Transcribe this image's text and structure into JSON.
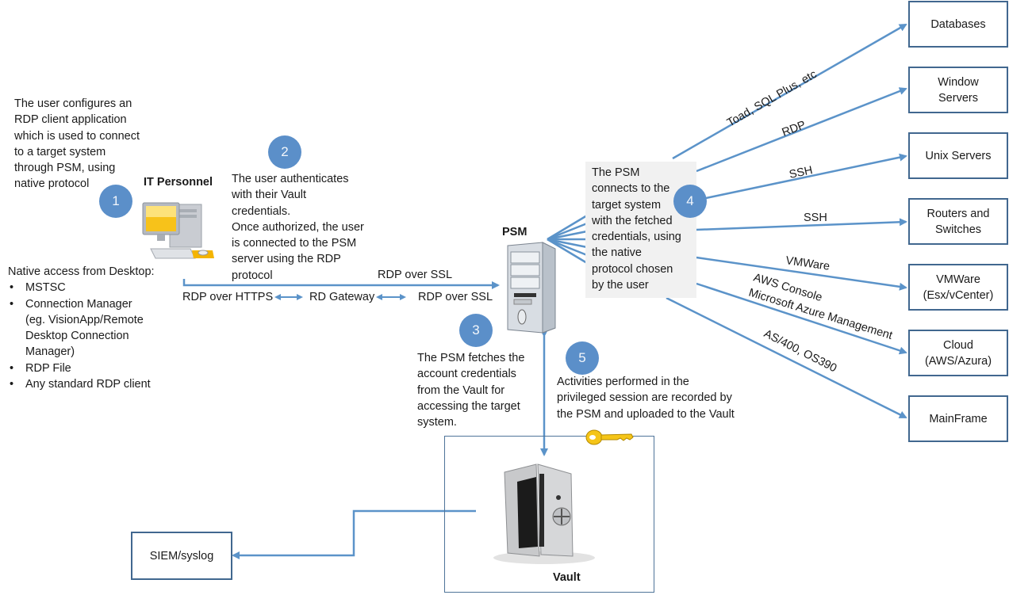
{
  "colors": {
    "accent_line": "#5b93c9",
    "badge_fill": "#5b8fc9",
    "box_border": "#41678f",
    "note_bg": "#f1f1f1",
    "vault_border": "#4f7499"
  },
  "steps": [
    {
      "number": "1",
      "text": "The user configures an\nRDP client application\nwhich is used to connect\nto a target system\nthrough PSM, using\nnative protocol"
    },
    {
      "number": "2",
      "text": "The user authenticates\nwith their Vault\ncredentials.\nOnce authorized, the user\nis connected to the PSM\nserver using the RDP\nprotocol"
    },
    {
      "number": "3",
      "text": "The PSM fetches the\naccount credentials\nfrom the Vault for\naccessing the target\nsystem."
    },
    {
      "number": "4",
      "text": "The PSM\nconnects to the\ntarget system\nwith the fetched\ncredentials, using\nthe native\nprotocol chosen\nby the user"
    },
    {
      "number": "5",
      "text": "Activities performed in the\nprivileged session are recorded by\nthe PSM and uploaded to the Vault"
    }
  ],
  "nodes": {
    "it_personnel": {
      "label": "IT Personnel",
      "icon": "desktop-computer-icon"
    },
    "psm": {
      "label": "PSM",
      "icon": "server-tower-icon"
    },
    "vault": {
      "label": "Vault",
      "icon": "safe-icon",
      "key_icon": "key-icon"
    },
    "siem": {
      "label": "SIEM/syslog"
    }
  },
  "native_access": {
    "heading": "Native access from Desktop:",
    "items": [
      "MSTSC",
      "Connection Manager\n(eg. VisionApp/Remote\nDesktop Connection\nManager)",
      "RDP File",
      "Any standard RDP client"
    ]
  },
  "connection_labels": {
    "rdp_over_ssl_top": "RDP over SSL",
    "rdp_over_https": "RDP over HTTPS",
    "rd_gateway": "RD Gateway",
    "rdp_over_ssl_bottom": "RDP over SSL"
  },
  "targets": [
    {
      "label": "Databases",
      "protocol": "Toad, SQL Plus, etc"
    },
    {
      "label": "Window\nServers",
      "protocol": "RDP"
    },
    {
      "label": "Unix Servers",
      "protocol": "SSH"
    },
    {
      "label": "Routers and\nSwitches",
      "protocol": "SSH"
    },
    {
      "label": "VMWare\n(Esx/vCenter)",
      "protocol": "VMWare"
    },
    {
      "label": "Cloud\n(AWS/Azura)",
      "protocol": "AWS Console\nMicrosoft Azure Management"
    },
    {
      "label": "MainFrame",
      "protocol": "AS/400, OS390"
    }
  ]
}
